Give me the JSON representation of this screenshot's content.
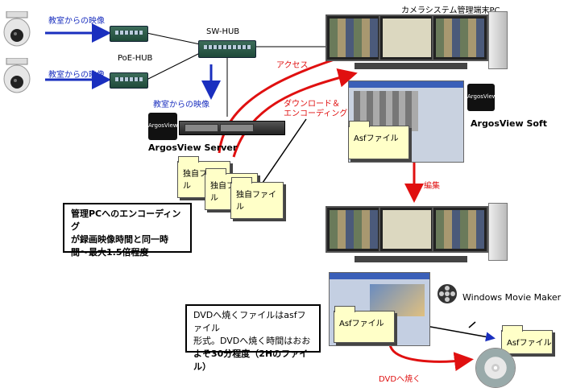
{
  "labels": {
    "video_from_classroom_1": "教室からの映像",
    "video_from_classroom_2": "教室からの映像",
    "video_from_classroom_3": "教室からの映像",
    "poe_hub": "PoE-HUB",
    "sw_hub": "SW-HUB",
    "terminal_pc": "カメラシステム管理端末PC",
    "access": "アクセス",
    "download_encode": "ダウンロード＆\nエンコーディング",
    "argos_server": "ArgosView Server",
    "argos_soft": "ArgosView Soft",
    "edit": "編集",
    "windows_movie_maker": "Windows Movie Maker",
    "burn_dvd": "DVDへ焼く",
    "argos_logo_text": "ArgosView"
  },
  "files": {
    "proprietary_1": "独自ファイル",
    "proprietary_2": "独自ファイル",
    "proprietary_3": "独自ファイル",
    "asf_1": "Asfファイル",
    "asf_2": "Asfファイル",
    "asf_3": "Asfファイル"
  },
  "notes": {
    "encoding_note_line1": "管理PCへのエンコーディング",
    "encoding_note_line2": "が録画映像時間と同一時",
    "encoding_note_line3": "間～最大1.5倍程度",
    "dvd_note_line1": "DVDへ焼くファイルはasfファイル",
    "dvd_note_line2": "形式。DVDへ焼く時間はおお",
    "dvd_note_line3": "よそ30分程度（2Hのファイル）"
  },
  "colors": {
    "blue_arrow": "#1a2fbf",
    "red_arrow": "#e01010",
    "folder_fill": "#ffffc8"
  }
}
